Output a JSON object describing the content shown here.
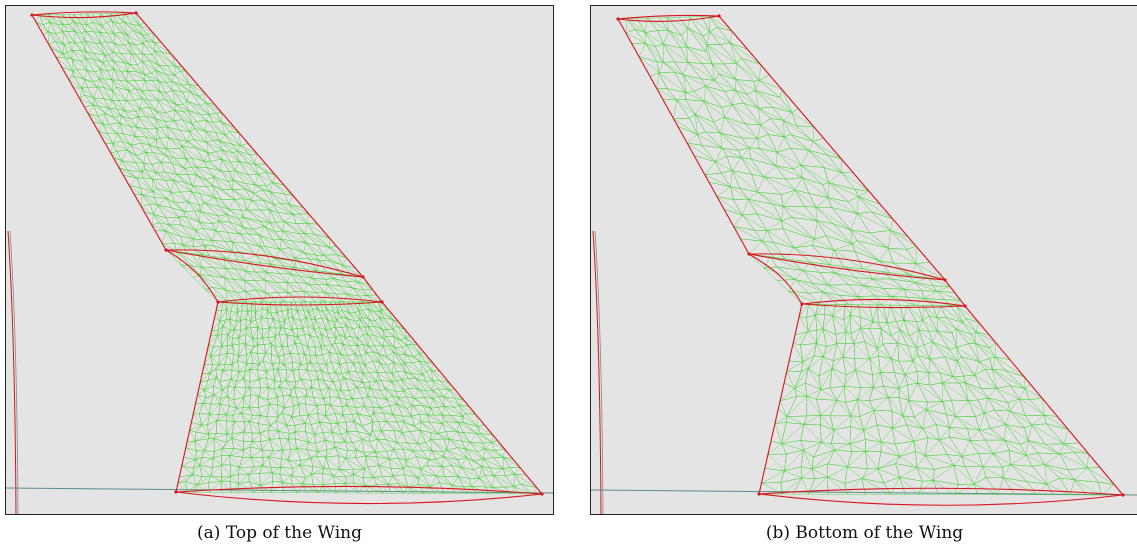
{
  "figures": [
    {
      "label": "(a)",
      "caption": "Top of the Wing",
      "mesh_density": "fine"
    },
    {
      "label": "(b)",
      "caption": "Bottom of the Wing",
      "mesh_density": "coarse"
    }
  ],
  "colors": {
    "background": "#e4e4e4",
    "mesh": "#3ed22c",
    "edges": "#d8141e",
    "reference_line": "#5c8c8c"
  }
}
